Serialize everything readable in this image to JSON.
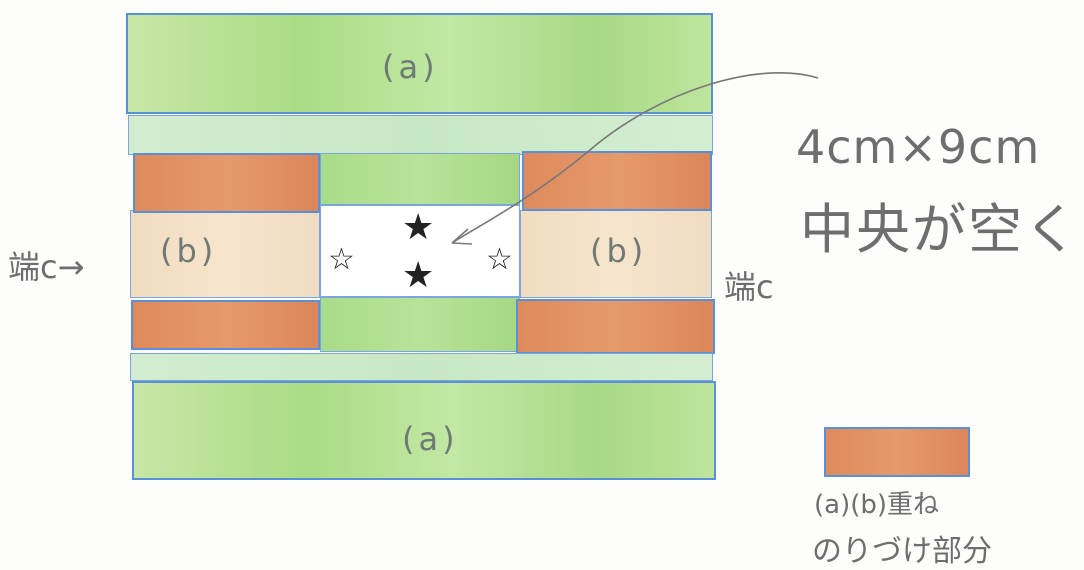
{
  "labels": {
    "a_top": "(a)",
    "a_bottom": "(a)",
    "b_left": "(b)",
    "b_right": "(b)"
  },
  "stars": {
    "filled": "★",
    "outline": "☆"
  },
  "annotation": {
    "line1": "4cm×9cm",
    "line2": "中央が空く"
  },
  "edges": {
    "left": "端c→",
    "right": "端c"
  },
  "legend": {
    "line1": "(a)(b)重ね",
    "line2": "のりづけ部分"
  },
  "colors": {
    "green": "#a9dc84",
    "orange": "#e0905f",
    "beige": "#f4e0c6",
    "border": "#5b8fd6"
  }
}
